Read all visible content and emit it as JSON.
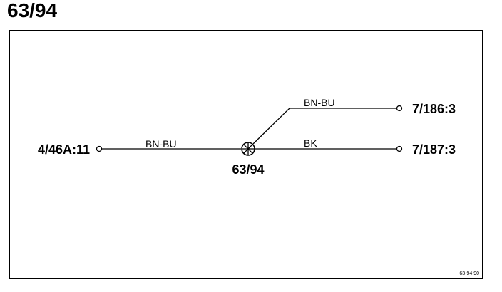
{
  "title": "63/94",
  "splice": {
    "label": "63/94",
    "icon": "splice-junction-icon"
  },
  "terminals": {
    "left": "4/46A:11",
    "right_top": "7/186:3",
    "right_bottom": "7/187:3"
  },
  "wires": {
    "left": "BN-BU",
    "upper_right": "BN-BU",
    "lower_right": "BK"
  },
  "footer_code": "63-94  90"
}
